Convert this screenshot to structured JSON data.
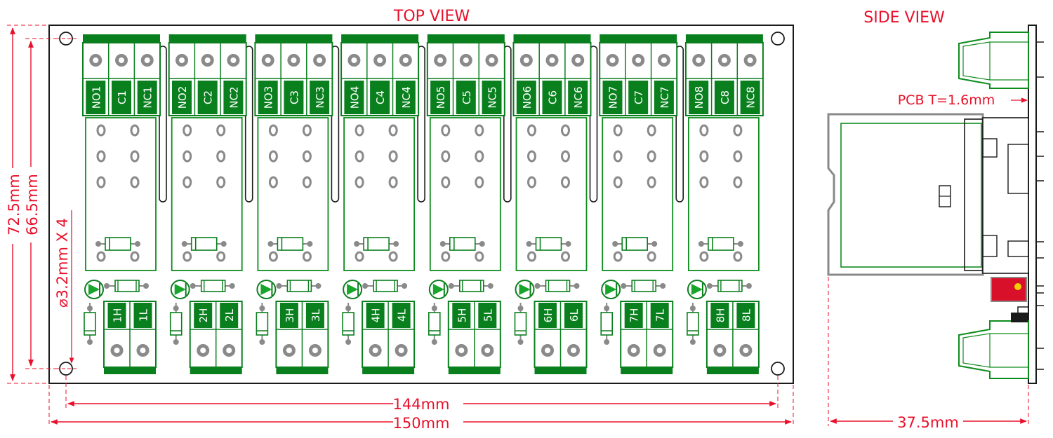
{
  "labels": {
    "top_view": "TOP VIEW",
    "side_view": "SIDE VIEW",
    "pcb_thickness": "PCB T=1.6mm",
    "hole_spec": "⌀3.2mm X 4",
    "height_outer": "72.5mm",
    "height_inner": "66.5mm",
    "width_inner": "144mm",
    "width_outer": "150mm",
    "side_depth": "37.5mm"
  },
  "channels": [
    {
      "contacts": [
        "NO1",
        "C1",
        "NC1"
      ],
      "inputs": [
        "1H",
        "1L"
      ]
    },
    {
      "contacts": [
        "NO2",
        "C2",
        "NC2"
      ],
      "inputs": [
        "2H",
        "2L"
      ]
    },
    {
      "contacts": [
        "NO3",
        "C3",
        "NC3"
      ],
      "inputs": [
        "3H",
        "3L"
      ]
    },
    {
      "contacts": [
        "NO4",
        "C4",
        "NC4"
      ],
      "inputs": [
        "4H",
        "4L"
      ]
    },
    {
      "contacts": [
        "NO5",
        "C5",
        "NC5"
      ],
      "inputs": [
        "5H",
        "5L"
      ]
    },
    {
      "contacts": [
        "NO6",
        "C6",
        "NC6"
      ],
      "inputs": [
        "6H",
        "6L"
      ]
    },
    {
      "contacts": [
        "NO7",
        "C7",
        "NC7"
      ],
      "inputs": [
        "7H",
        "7L"
      ]
    },
    {
      "contacts": [
        "NO8",
        "C8",
        "NC8"
      ],
      "inputs": [
        "8H",
        "8L"
      ]
    }
  ],
  "colors": {
    "dimension": "#e8102a",
    "pcb_outline": "#1a1a1a",
    "terminal_green": "#0a7f1e",
    "relay_outline": "#0e8c1e",
    "led_green": "#17a52a",
    "hole_gray": "#8a8a8a",
    "capacitor_red": "#d8102a",
    "capacitor_dot": "#f0d000"
  }
}
